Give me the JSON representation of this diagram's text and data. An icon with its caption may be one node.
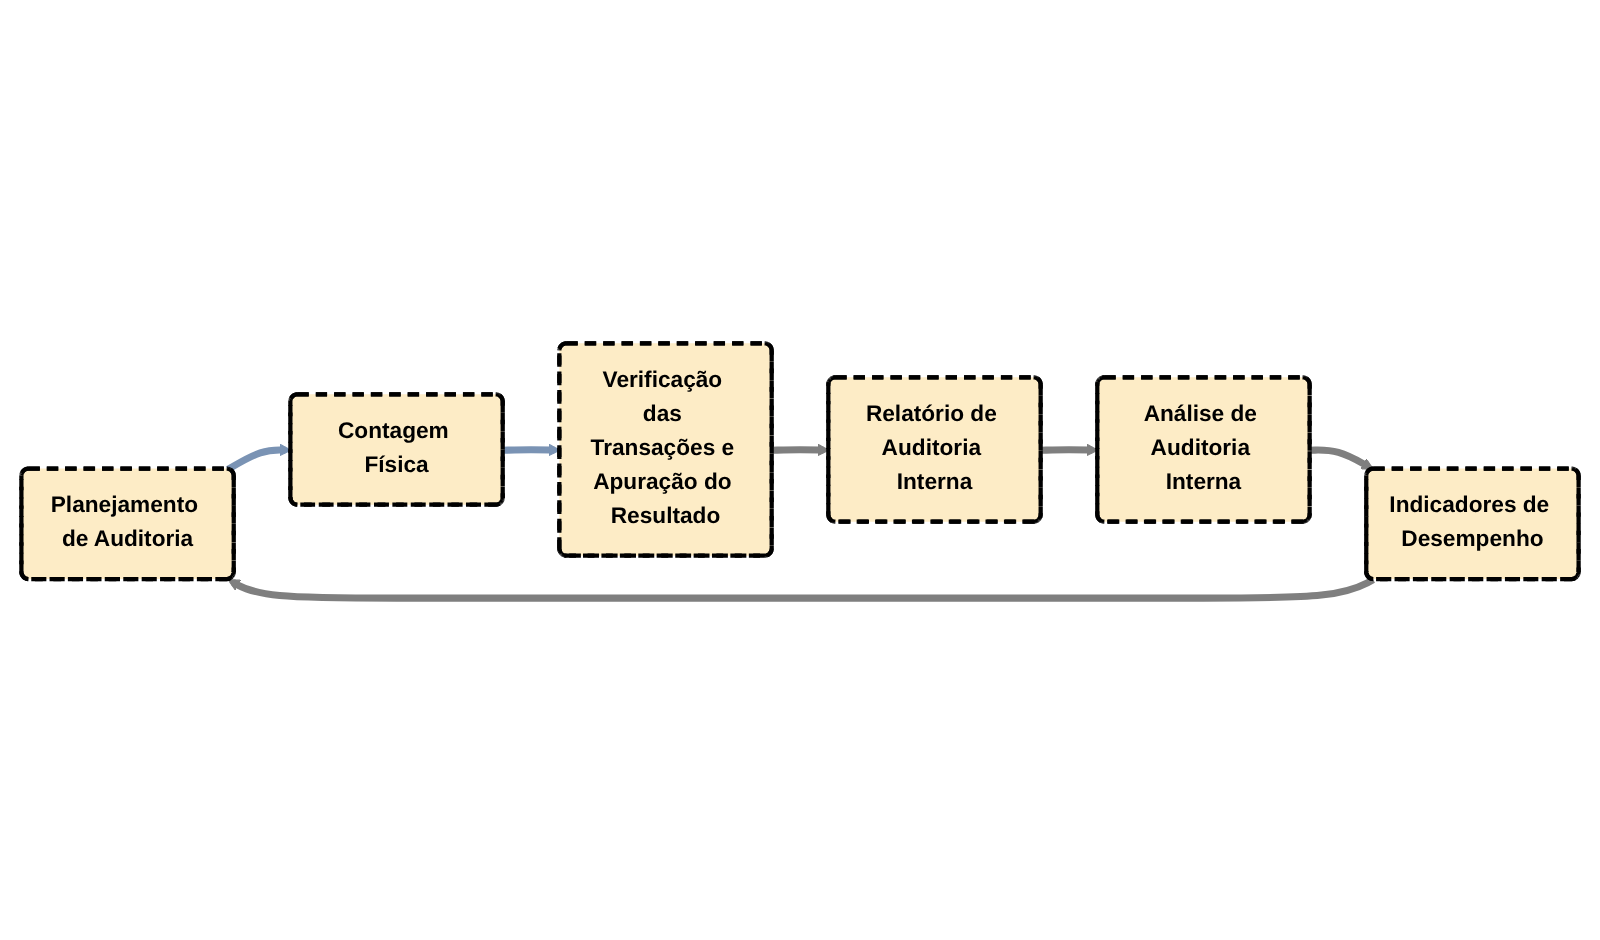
{
  "diagram": {
    "nodes": [
      {
        "text": [
          "Planejamento de Auditoria"
        ]
      },
      {
        "text": [
          "Contagem Física"
        ]
      },
      {
        "text": [
          "Verificação das Transações e Apuração do Resultado"
        ]
      },
      {
        "text": [
          "Relatório de Auditoria Interna"
        ]
      },
      {
        "text": [
          "Análise de Auditoria Interna"
        ]
      },
      {
        "text": [
          "Indicadores de Desempenho"
        ]
      }
    ],
    "edges": [
      {
        "from": 0,
        "to": 1,
        "arrow": "to",
        "color": "#7a93b4"
      },
      {
        "from": 1,
        "to": 2,
        "arrow": "to",
        "color": "#7a93b4"
      },
      {
        "from": 2,
        "to": 3,
        "arrow": "to"
      },
      {
        "from": 3,
        "to": 4,
        "arrow": "to"
      },
      {
        "from": 4,
        "to": 5,
        "arrow": "to"
      },
      {
        "from": 5,
        "to": 0,
        "arrow": "to"
      }
    ]
  }
}
